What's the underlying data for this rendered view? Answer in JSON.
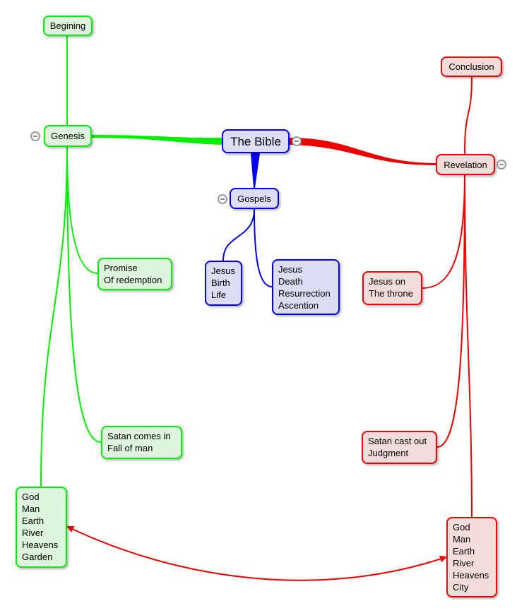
{
  "colors": {
    "green": "#00ee00",
    "blue": "#0000ee",
    "red": "#ee0000"
  },
  "nodes": {
    "root": "The Bible",
    "genesis": "Genesis",
    "begining": "Begining",
    "gospels": "Gospels",
    "revelation": "Revelation",
    "conclusion": "Conclusion",
    "promise": [
      "Promise",
      "Of redemption"
    ],
    "satan_comes": [
      "Satan comes in",
      "Fall of man"
    ],
    "god_garden": [
      "God",
      "Man",
      "Earth",
      "River",
      "Heavens",
      "Garden"
    ],
    "jesus_birth": [
      "Jesus",
      "Birth",
      "Life"
    ],
    "jesus_death": [
      "Jesus",
      "Death",
      "Resurrection",
      "Ascention"
    ],
    "jesus_throne": [
      "Jesus on",
      "The throne"
    ],
    "satan_cast": [
      "Satan cast out",
      "Judgment"
    ],
    "god_city": [
      "God",
      "Man",
      "Earth",
      "River",
      "Heavens",
      "City"
    ]
  },
  "icons": {
    "collapse": "collapse-minus-icon"
  }
}
